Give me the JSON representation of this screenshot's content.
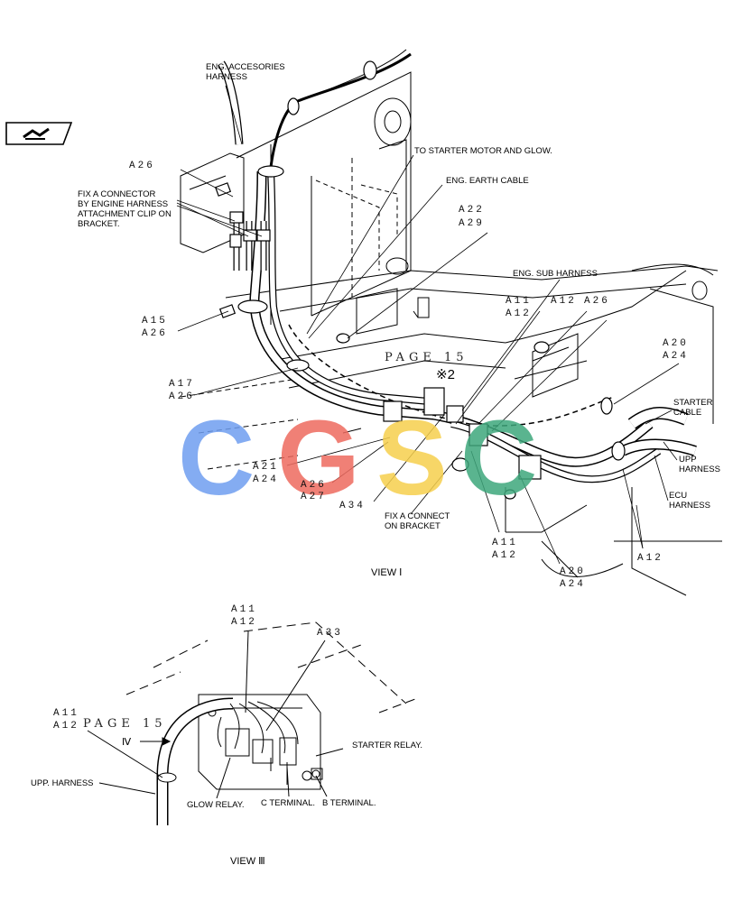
{
  "nav": {
    "icon": "book-arrow-icon"
  },
  "labels": {
    "eng_acc_1": "ENG. ACCESORIES",
    "eng_acc_2": "HARNESS",
    "fix_conn_1": "FIX A CONNECTOR",
    "fix_conn_2": "BY ENGINE HARNESS",
    "fix_conn_3": "ATTACHMENT CLIP ON",
    "fix_conn_4": "BRACKET.",
    "to_starter": "TO STARTER MOTOR AND GLOW.",
    "earth_cable": "ENG. EARTH CABLE",
    "sub_harness": "ENG. SUB HARNESS",
    "starter_cable_1": "STARTER",
    "starter_cable_2": "CABLE",
    "upp_harness_1": "UPP",
    "upp_harness_2": "HARNESS",
    "ecu_harness_1": "ECU",
    "ecu_harness_2": "HARNESS",
    "fix_bracket_1": "FIX A CONNECT",
    "fix_bracket_2": "ON BRACKET",
    "starter_relay": "STARTER RELAY.",
    "upp_harness_b": "UPP. HARNESS",
    "glow_relay": "GLOW RELAY.",
    "c_terminal": "C TERMINAL.",
    "b_terminal": "B TERMINAL."
  },
  "refs": {
    "a26_top": "A26",
    "a22": "A22",
    "a29": "A29",
    "a11_top": "A11",
    "a12_top": "A12",
    "a26_right": "A26",
    "a15": "A15",
    "a26_mid": "A26",
    "a17": "A17",
    "a26_low": "A26",
    "a20_top": "A20",
    "a24_top": "A24",
    "a21": "A21",
    "a24_mid": "A24",
    "a26_c": "A26",
    "a27": "A27",
    "a34": "A34",
    "a11_mid": "A11",
    "a12_mid": "A12",
    "a20_bot": "A20",
    "a24_bot": "A24",
    "a12_right": "A12",
    "a11_b": "A11",
    "a12_b": "A12",
    "a33": "A33",
    "a11_left": "A11",
    "a12_left": "A12",
    "mark": "※2"
  },
  "page_refs": {
    "top": "PAGE 15",
    "bottom": "PAGE 15"
  },
  "views": {
    "view1": "VIEW Ⅰ",
    "view3": "VIEW Ⅲ",
    "arrow": "Ⅳ"
  },
  "watermark": {
    "letters": [
      "C",
      "G",
      "S",
      "C"
    ],
    "colors": [
      "#6f9ef0",
      "#ee6a5f",
      "#f6cf4d",
      "#3ea77c"
    ]
  }
}
